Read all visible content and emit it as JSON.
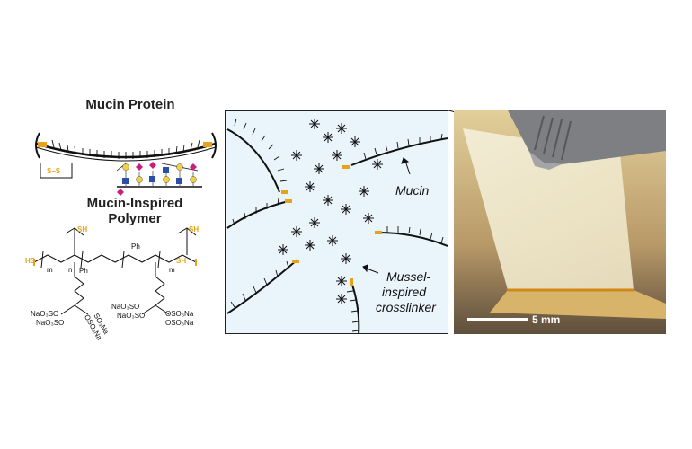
{
  "left_panel": {
    "mucin_title": "Mucin Protein",
    "disulfide_label": "S–S",
    "polymer_title": "Mucin-Inspired Polymer",
    "sh_label": "SH",
    "hs_label": "HS",
    "ph_label": "Ph",
    "m_label": "m",
    "n_label": "n",
    "salts": [
      "NaO₃SO",
      "NaO₃SO",
      "OSO₃Na",
      "SO₃Na",
      "NaO₃SO",
      "NaO₃SO",
      "OSO₃Na",
      "OSO₃Na"
    ]
  },
  "middle_panel": {
    "mucin_label": "Mucin",
    "crosslinker_label_1": "Mussel-",
    "crosslinker_label_2": "inspired",
    "crosslinker_label_3": "crosslinker"
  },
  "photo_panel": {
    "scale_label": "5 mm"
  },
  "colors": {
    "accent_orange": "#e8a21a",
    "panel_bg": "#e9f4fb",
    "sugar_blue": "#2b4fa8",
    "sugar_magenta": "#c8207a",
    "sugar_yellow": "#f1d23c"
  }
}
